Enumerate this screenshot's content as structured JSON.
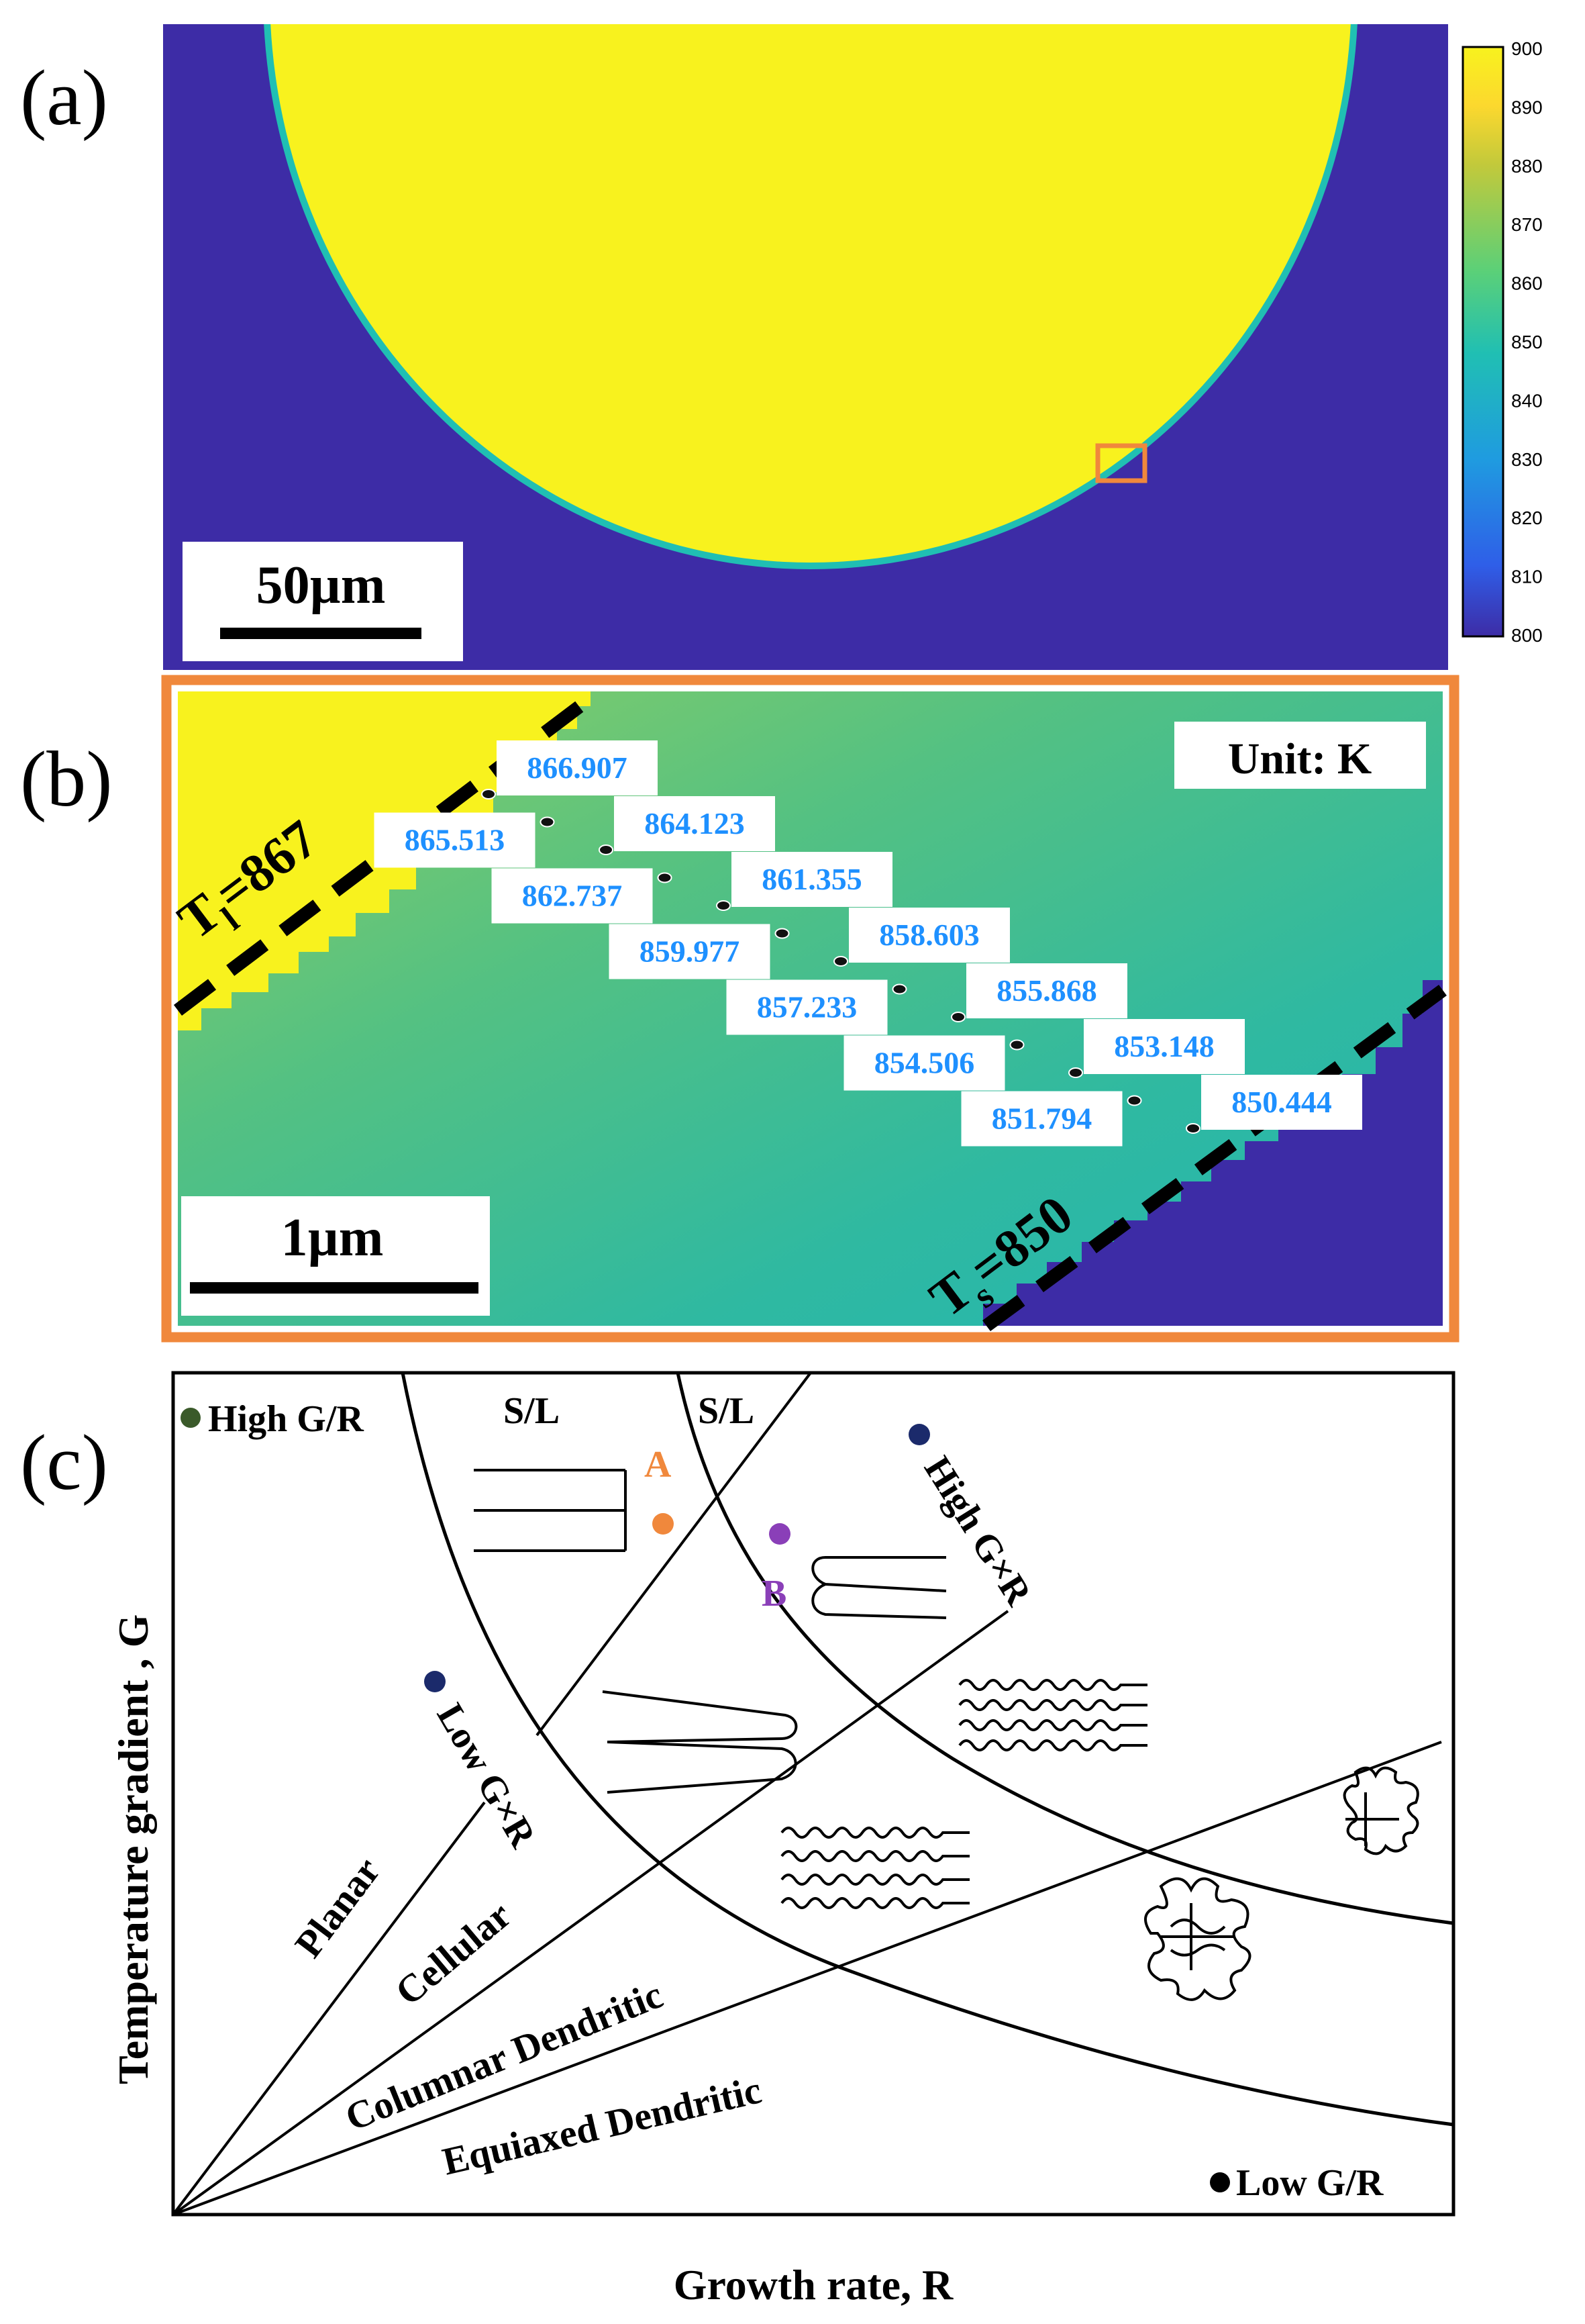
{
  "panels": {
    "a": {
      "label": "(a)",
      "scale_bar": "50µm",
      "colorbar": {
        "ticks": [
          "900",
          "890",
          "880",
          "870",
          "860",
          "850",
          "840",
          "830",
          "820",
          "810",
          "800"
        ],
        "colors": [
          "#3d2ca6",
          "#2f5ee8",
          "#1f9be0",
          "#20bfb3",
          "#5bd078",
          "#c2c93b",
          "#fcd82e",
          "#f8f21e"
        ]
      }
    },
    "b": {
      "label": "(b)",
      "scale_bar": "1µm",
      "unit": "Unit: K",
      "liquidus": {
        "symbol": "T",
        "sub": "l",
        "value": "=867"
      },
      "solidus": {
        "symbol": "T",
        "sub": "s",
        "value": "=850"
      },
      "points": [
        "866.907",
        "865.513",
        "864.123",
        "862.737",
        "861.355",
        "859.977",
        "858.603",
        "857.233",
        "855.868",
        "854.506",
        "853.148",
        "851.794",
        "850.444"
      ]
    },
    "c": {
      "label": "(c)",
      "x_axis": "Growth rate, R",
      "y_axis": "Temperature gradient , G",
      "high_gr": "High G/R",
      "low_gr": "Low G/R",
      "high_gxr": "High G×R",
      "low_gxr": "Low G×R",
      "sl_1": "S/L",
      "sl_2": "S/L",
      "point_a": "A",
      "point_b": "B",
      "regions": [
        "Planar",
        "Cellular",
        "Columnar Dendritic",
        "Equiaxed Dendritic"
      ],
      "colors": {
        "high_gr": "#3a5a2a",
        "gxr": "#1b2a6b",
        "point_a": "#f0883c",
        "point_b": "#8a3fb8"
      }
    }
  }
}
